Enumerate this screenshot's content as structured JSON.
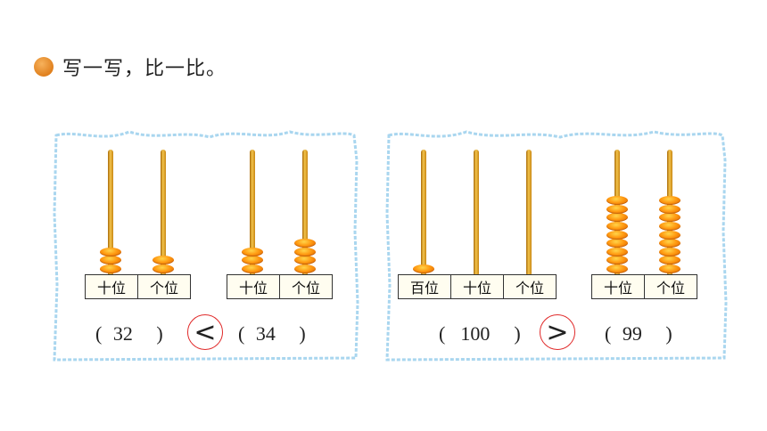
{
  "header": {
    "title": "写一写，比一比。",
    "bullet_color": "#e8892a"
  },
  "left_card": {
    "abacus_a": {
      "labels": [
        "十位",
        "个位"
      ],
      "beads": [
        3,
        2
      ],
      "value": "32"
    },
    "abacus_b": {
      "labels": [
        "十位",
        "个位"
      ],
      "beads": [
        3,
        4
      ],
      "value": "34"
    },
    "symbol": "<"
  },
  "right_card": {
    "abacus_a": {
      "labels": [
        "百位",
        "十位",
        "个位"
      ],
      "beads": [
        1,
        0,
        0
      ],
      "value": "100"
    },
    "abacus_b": {
      "labels": [
        "十位",
        "个位"
      ],
      "beads": [
        9,
        9
      ],
      "value": "99"
    },
    "symbol": ">"
  },
  "paren_open": "(",
  "paren_close": ")",
  "colors": {
    "frame_border": "#a9d6ef",
    "circle": "#e02a2a",
    "bead": "#ff9a12",
    "rod": "#e0a830"
  }
}
